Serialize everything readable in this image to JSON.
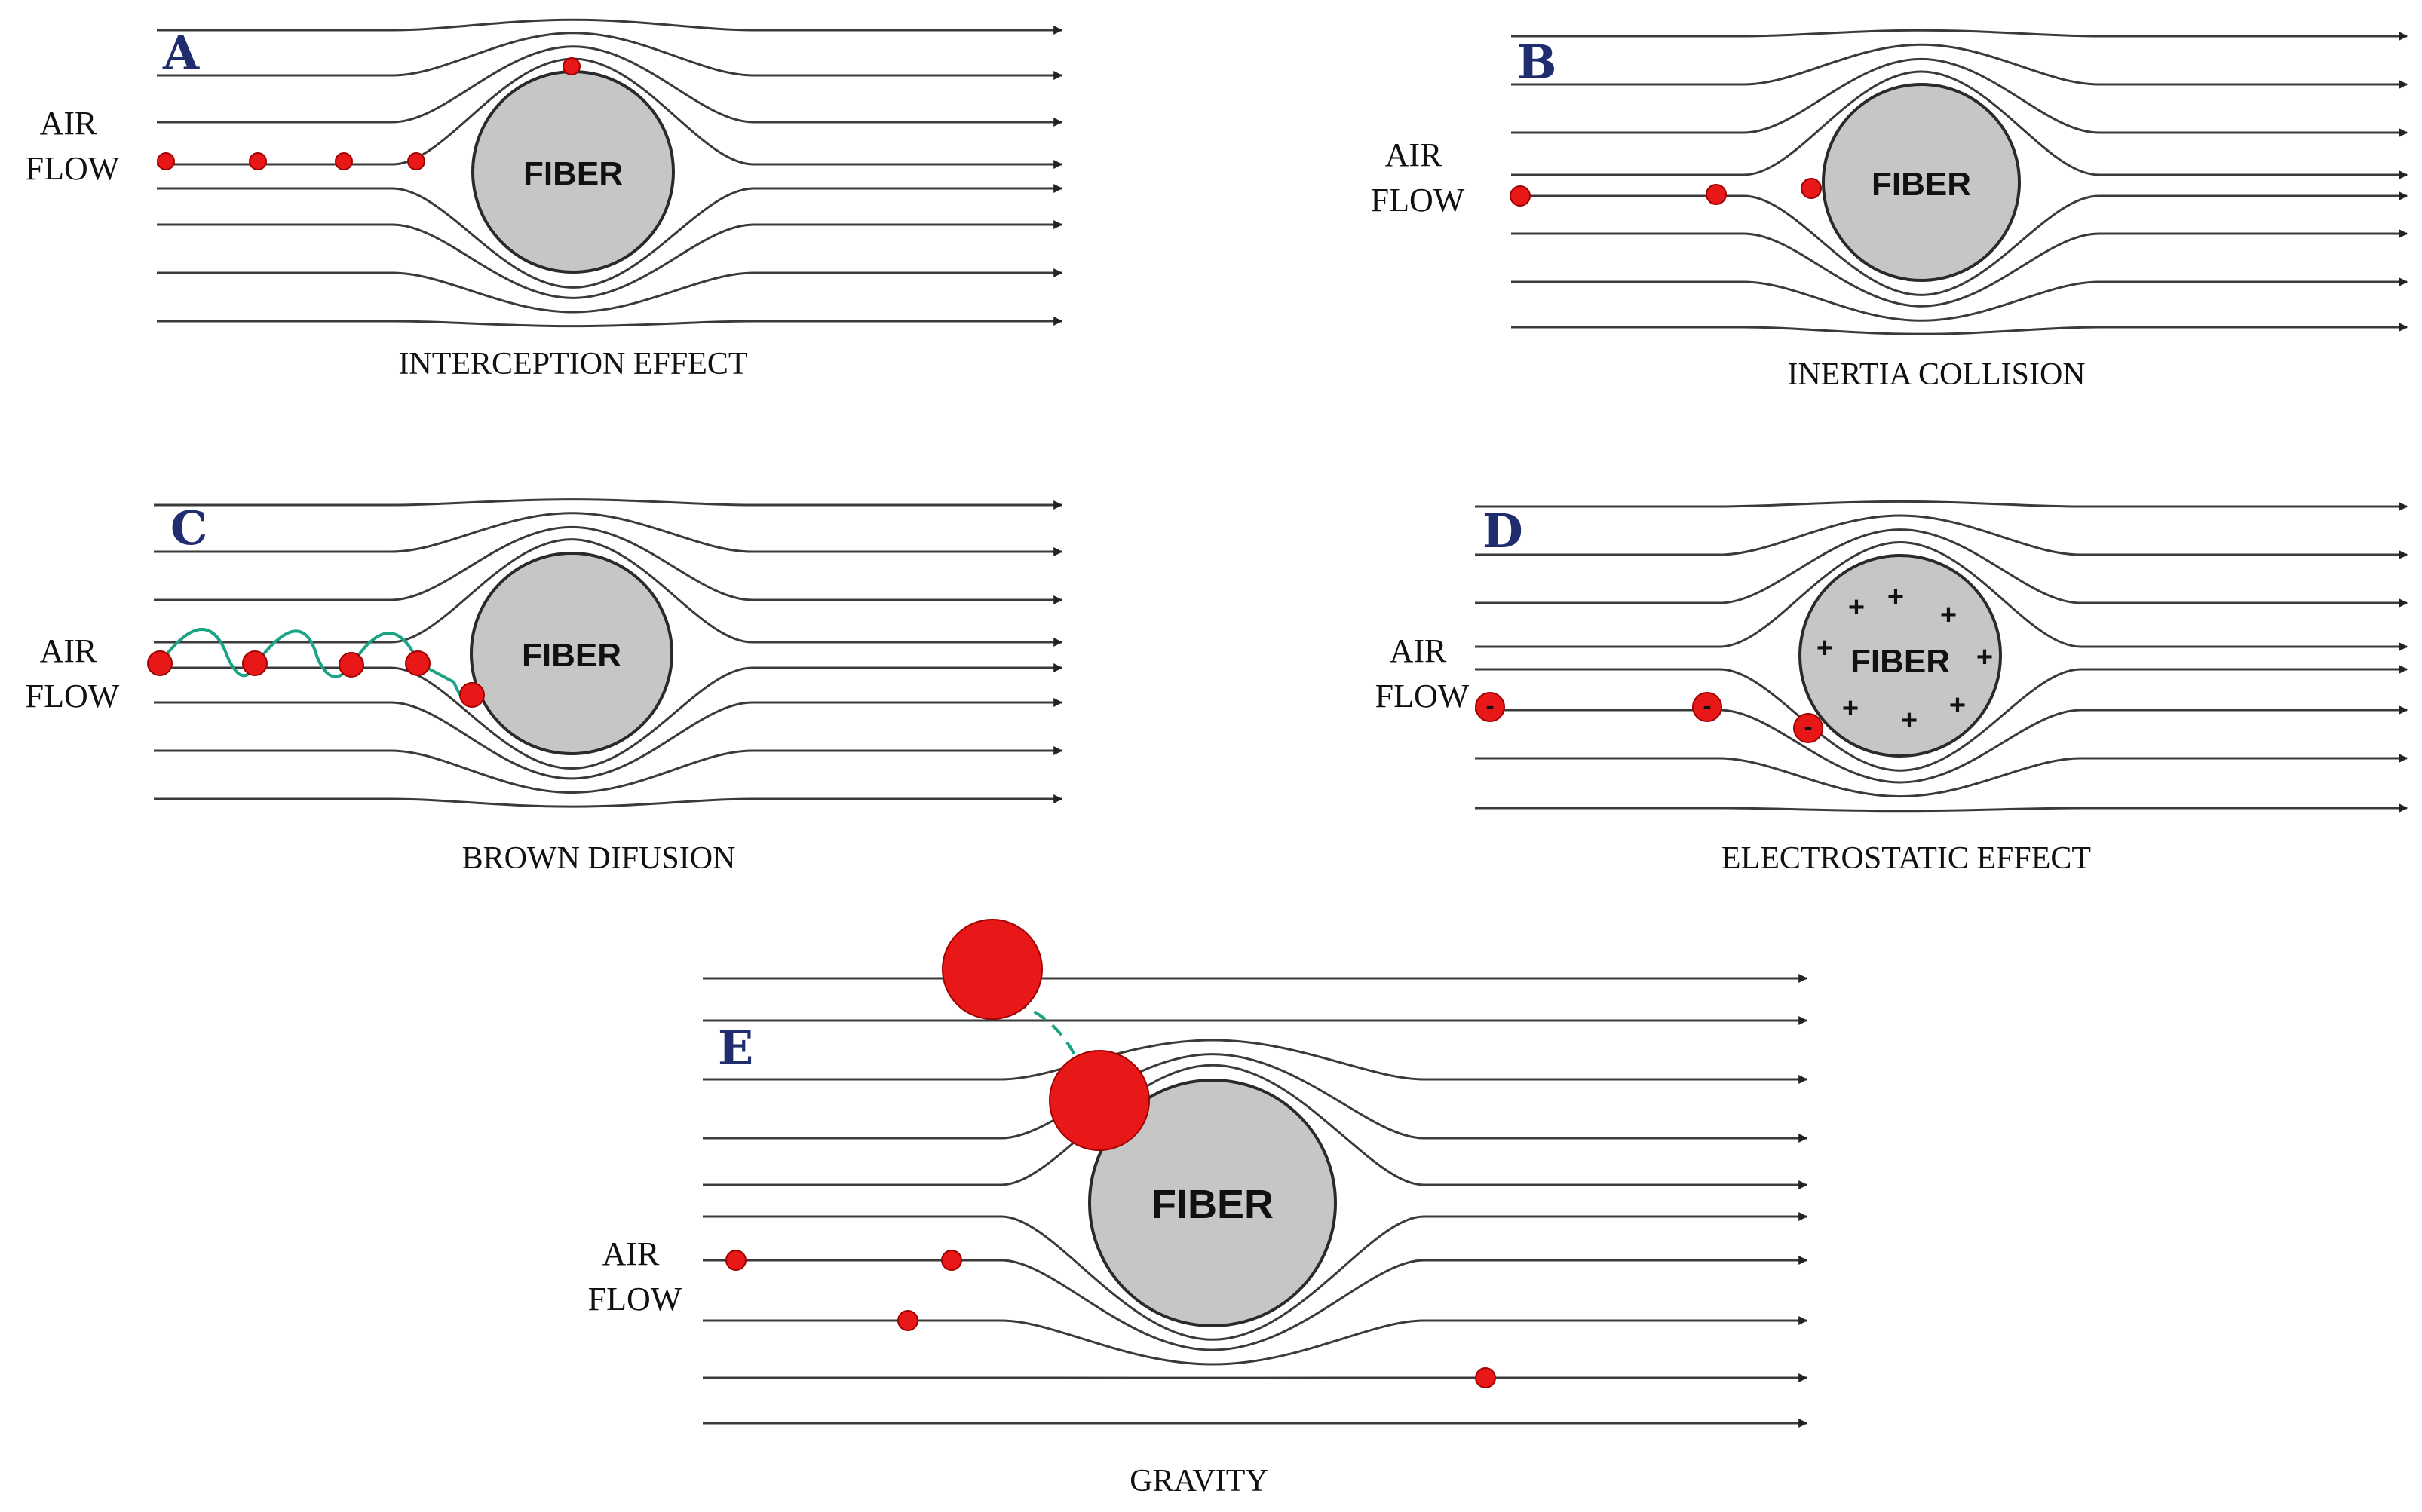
{
  "colors": {
    "streamline": "#3a3a3a",
    "fiber_fill": "#c6c6c6",
    "fiber_stroke": "#2a2a2a",
    "particle_fill": "#e81818",
    "particle_stroke": "#a00000",
    "trajectory": "#1aa384",
    "panel_letter": "#1f2c6e"
  },
  "panels": [
    {
      "id": "A",
      "letter": "A",
      "flow_label": [
        "AIR",
        "FLOW"
      ],
      "fiber_label": "FIBER",
      "caption": "INTERCEPTION EFFECT",
      "mechanism": "interception"
    },
    {
      "id": "B",
      "letter": "B",
      "flow_label": [
        "AIR",
        "FLOW"
      ],
      "fiber_label": "FIBER",
      "caption": "INERTIA COLLISION",
      "mechanism": "inertia"
    },
    {
      "id": "C",
      "letter": "C",
      "flow_label": [
        "AIR",
        "FLOW"
      ],
      "fiber_label": "FIBER",
      "caption": "BROWN DIFUSION",
      "mechanism": "brownian"
    },
    {
      "id": "D",
      "letter": "D",
      "flow_label": [
        "AIR",
        "FLOW"
      ],
      "fiber_label": "FIBER",
      "caption": "ELECTROSTATIC EFFECT",
      "mechanism": "electrostatic",
      "fiber_charge": "+",
      "particle_charge": "-"
    },
    {
      "id": "E",
      "letter": "E",
      "flow_label": [
        "AIR",
        "FLOW"
      ],
      "fiber_label": "FIBER",
      "caption": "GRAVITY",
      "mechanism": "gravity"
    }
  ]
}
